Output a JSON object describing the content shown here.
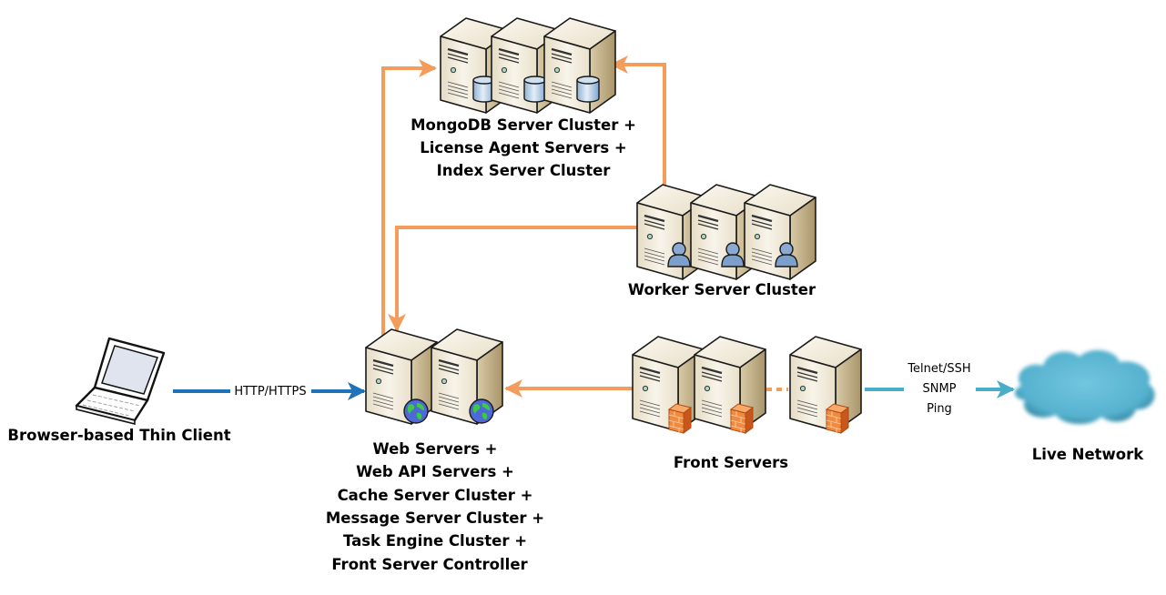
{
  "diagram": {
    "type": "network-architecture",
    "colors": {
      "internal_link": "#f39c5b",
      "client_link": "#1f72b8",
      "network_link": "#4aaec8",
      "server_body": "#ede4cf",
      "cloud": "#5bb8d4"
    },
    "nodes": {
      "mongodb": {
        "icon": "database-server-icon",
        "count": 3,
        "lines": [
          "MongoDB Server Cluster +",
          "License Agent Servers +",
          "Index Server Cluster"
        ]
      },
      "worker": {
        "icon": "worker-server-icon",
        "count": 3,
        "lines": [
          "Worker Server Cluster"
        ]
      },
      "web": {
        "icon": "web-server-icon",
        "count": 2,
        "lines": [
          "Web Servers +",
          "Web API Servers +",
          "Cache Server Cluster +",
          "Message Server Cluster +",
          "Task Engine Cluster +",
          "Front Server Controller"
        ]
      },
      "front": {
        "icon": "firewall-server-icon",
        "count": 3,
        "lines": [
          "Front Servers"
        ]
      },
      "client": {
        "icon": "laptop-icon",
        "lines": [
          "Browser-based Thin Client"
        ]
      },
      "network": {
        "icon": "cloud-icon",
        "lines": [
          "Live Network"
        ]
      }
    },
    "edges": [
      {
        "from": "client",
        "to": "web",
        "label": "HTTP/HTTPS",
        "color": "client_link"
      },
      {
        "from": "web",
        "to": "mongodb",
        "label": "",
        "color": "internal_link"
      },
      {
        "from": "worker",
        "to": "mongodb",
        "label": "",
        "color": "internal_link"
      },
      {
        "from": "worker",
        "to": "web",
        "label": "",
        "color": "internal_link"
      },
      {
        "from": "front",
        "to": "web",
        "label": "",
        "color": "internal_link"
      },
      {
        "from": "front",
        "to": "network",
        "label_lines": [
          "Telnet/SSH",
          "SNMP",
          "Ping"
        ],
        "color": "network_link"
      }
    ]
  }
}
